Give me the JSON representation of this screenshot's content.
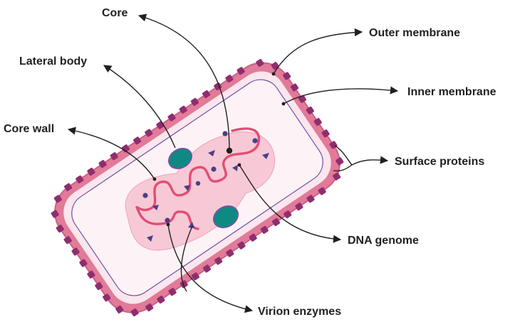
{
  "labels": {
    "core": "Core",
    "outer_membrane": "Outer membrane",
    "lateral_body": "Lateral body",
    "inner_membrane": "Inner membrane",
    "core_wall": "Core wall",
    "surface_proteins": "Surface proteins",
    "dna_genome": "DNA genome",
    "virion_enzymes": "Virion enzymes"
  },
  "colors": {
    "outer_membrane": "#e27a99",
    "outer_membrane_stroke": "#cf5f83",
    "surface_protein": "#8e2e6e",
    "inner_layer": "#fbe6ee",
    "inner_membrane": "#6f4fa8",
    "interior": "#fdf3f6",
    "core": "#f7c9d6",
    "dna": "#e24d74",
    "lateral_body": "#0f8a82",
    "lateral_body_stroke": "#7a4fa8",
    "enzyme": "#4b3f87"
  },
  "icons": {
    "enzyme_dot": "circle",
    "enzyme_triangle": "triangle",
    "surface_protein": "rounded-square"
  }
}
